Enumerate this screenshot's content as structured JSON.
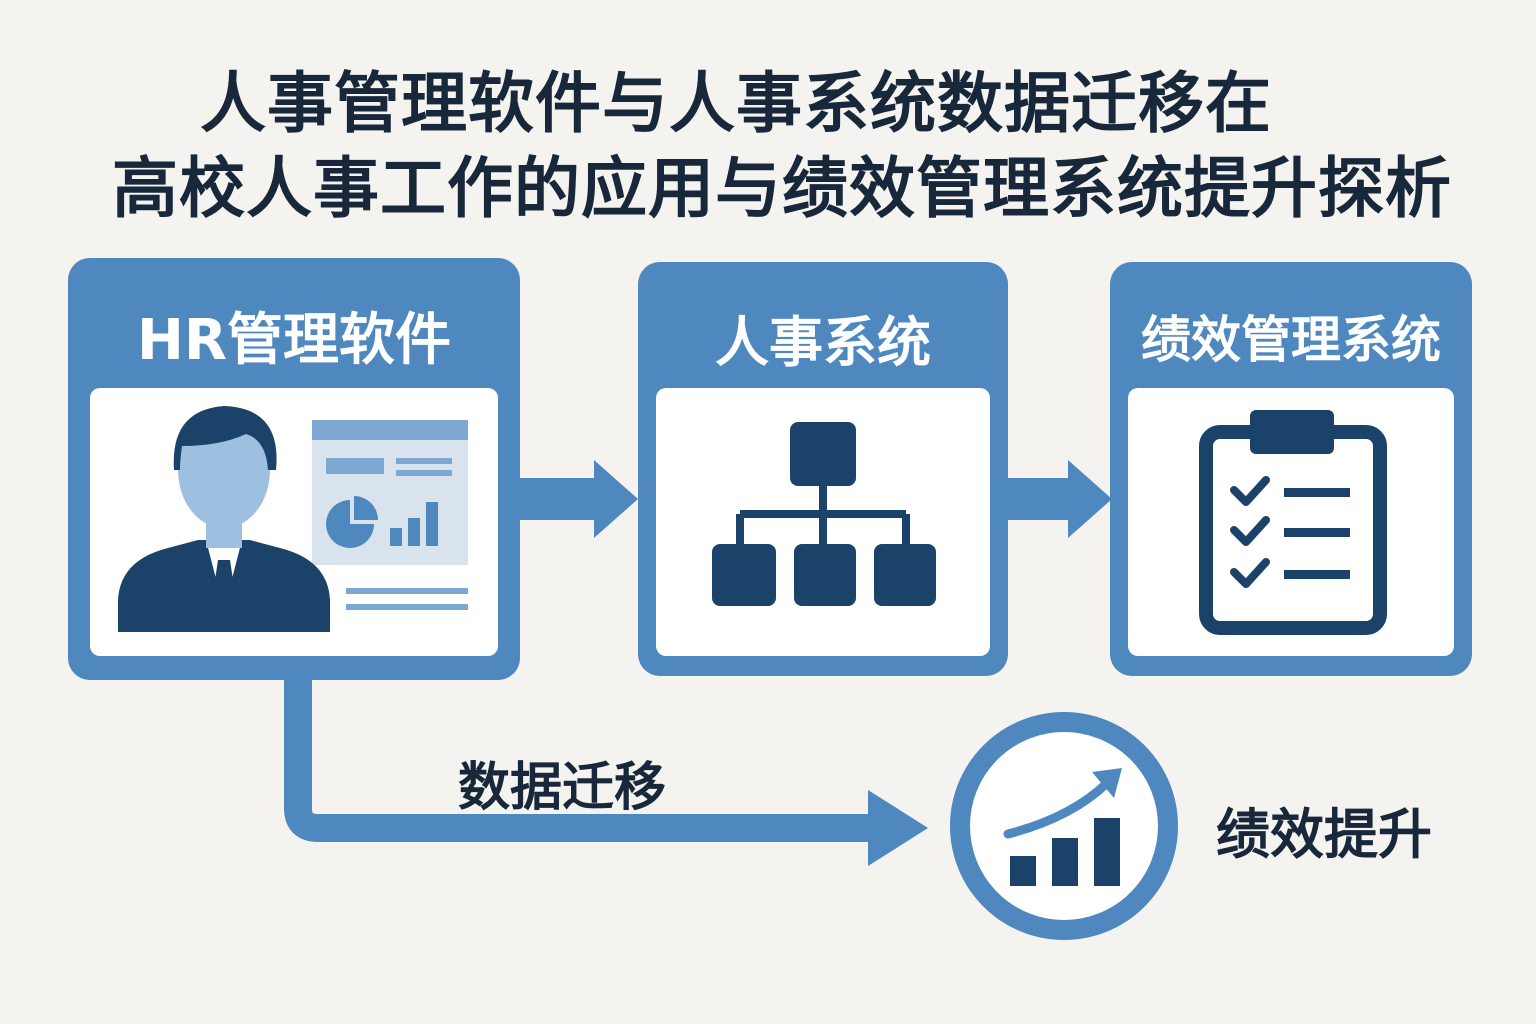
{
  "title": {
    "line1": "人事管理软件与人事系统数据迁移在",
    "line2": "高校人事工作的应用与绩效管理系统提升探析"
  },
  "nodes": {
    "hr_software": {
      "label": "HR管理软件",
      "icon": "person-with-dashboard-icon"
    },
    "personnel_system": {
      "label": "人事系统",
      "icon": "org-chart-icon"
    },
    "performance_system": {
      "label": "绩效管理系统",
      "icon": "checklist-clipboard-icon"
    },
    "performance_boost": {
      "label": "绩效提升",
      "icon": "growth-chart-icon"
    }
  },
  "edges": {
    "data_migration": {
      "label": "数据迁移"
    }
  },
  "colors": {
    "primary": "#4e88bf",
    "dark": "#1b436a",
    "light": "#9dbfe0",
    "text": "#18283a",
    "background": "#f4f3f0"
  }
}
